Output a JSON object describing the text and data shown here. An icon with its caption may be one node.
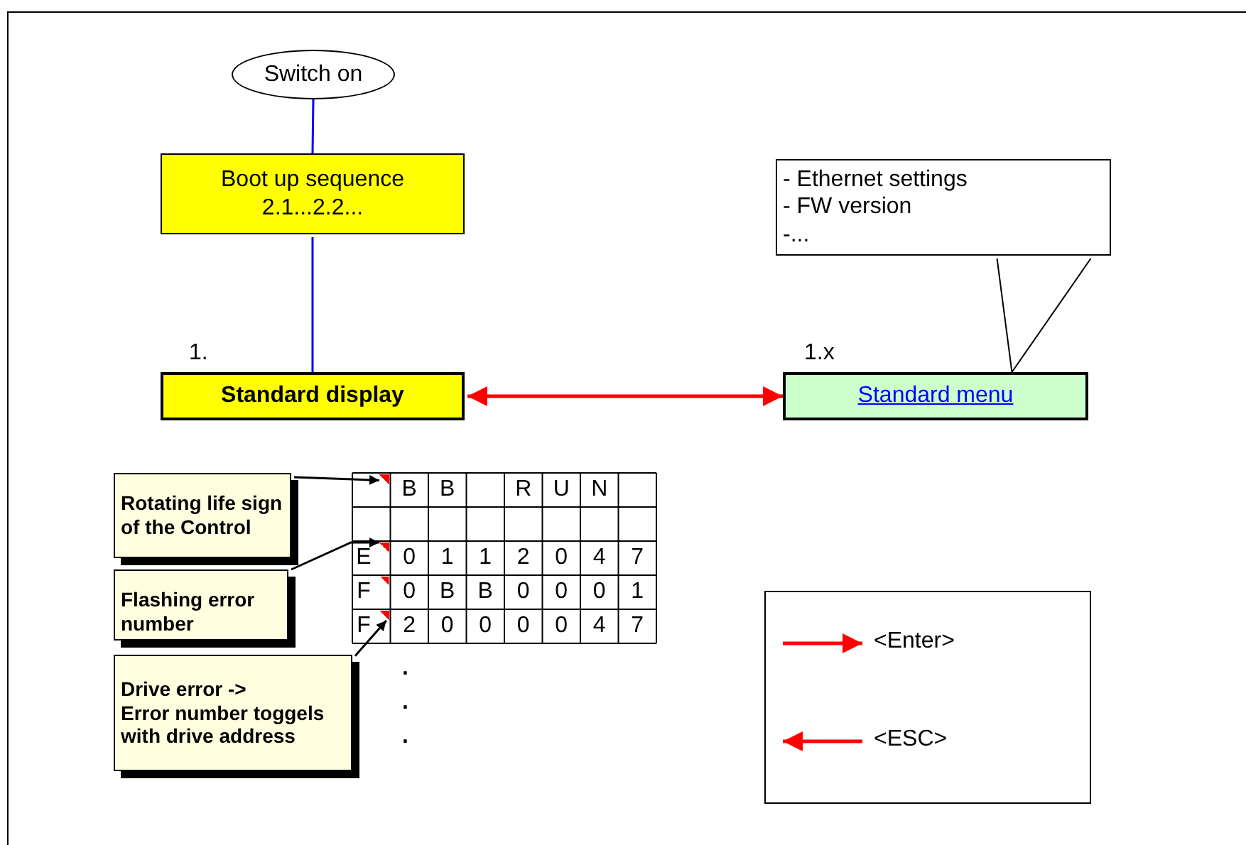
{
  "diagram": {
    "nodes": [
      {
        "text": [
          "Switch on"
        ]
      },
      {
        "text": [
          "Boot up sequence 2.1...2.2..."
        ]
      },
      {
        "text": [
          "Standard display"
        ],
        "beside": [
          "1."
        ]
      },
      {
        "text": [
          "Standard menu"
        ],
        "beside": [
          "1.x"
        ]
      },
      {
        "text": [
          "- Ethernet settings",
          "- FW version",
          "-..."
        ]
      },
      {
        "text": [
          "Rotating life sign of the Control"
        ]
      },
      {
        "text": [
          "Flashing error number"
        ]
      },
      {
        "text": [
          "Drive error ->",
          "Error number toggels with drive address"
        ]
      },
      {
        "text": [],
        "shape": "triangle"
      },
      {
        "text": [],
        "shape": "triangle"
      },
      {
        "text": [],
        "shape": "triangle"
      }
    ],
    "edges": [
      {
        "from": 0,
        "to": 1,
        "arrow": "none",
        "color": "#0000ff"
      },
      {
        "from": 1,
        "to": 2,
        "arrow": "none",
        "color": "#0000ff"
      },
      {
        "from": 2,
        "to": 3,
        "arrow": "both",
        "color": "#ff0000"
      },
      {
        "from": 4,
        "to": 3,
        "arrow": "none",
        "color": "#000000"
      },
      {
        "from": 5,
        "to": 8,
        "arrow": "to",
        "color": "#000000"
      },
      {
        "from": 6,
        "to": 9,
        "arrow": "to",
        "color": "#000000"
      },
      {
        "from": 7,
        "to": 10,
        "arrow": "to",
        "color": "#000000"
      }
    ],
    "labels": [
      "B",
      "B",
      "R",
      "U",
      "N",
      "E",
      "0",
      "1",
      "1",
      "2",
      "0",
      "4",
      "7",
      "F",
      "0",
      "B",
      "B",
      "0",
      "0",
      "0",
      "1",
      "F",
      "2",
      "0",
      "0",
      "0",
      "0",
      "4",
      "7",
      ".",
      ".",
      "."
    ],
    "legend": [
      {
        "text": "<Enter>"
      },
      {
        "text": "<ESC>"
      }
    ]
  }
}
